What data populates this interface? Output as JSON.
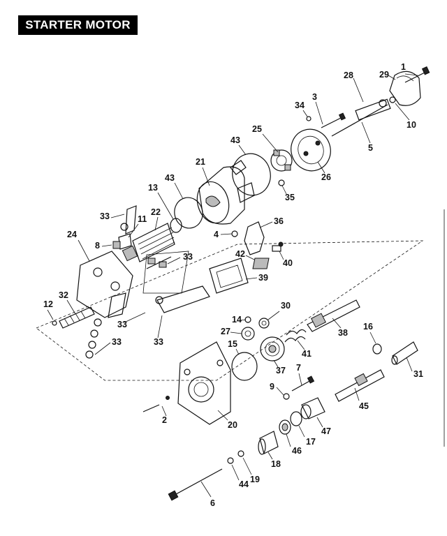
{
  "title": "STARTER MOTOR",
  "parts": [
    {
      "id": "p1",
      "label": "1"
    },
    {
      "id": "p29",
      "label": "29"
    },
    {
      "id": "p28",
      "label": "28"
    },
    {
      "id": "p3",
      "label": "3"
    },
    {
      "id": "p34",
      "label": "34"
    },
    {
      "id": "p10",
      "label": "10"
    },
    {
      "id": "p5",
      "label": "5"
    },
    {
      "id": "p25",
      "label": "25"
    },
    {
      "id": "p43a",
      "label": "43"
    },
    {
      "id": "p26",
      "label": "26"
    },
    {
      "id": "p21",
      "label": "21"
    },
    {
      "id": "p35",
      "label": "35"
    },
    {
      "id": "p43b",
      "label": "43"
    },
    {
      "id": "p13",
      "label": "13"
    },
    {
      "id": "p22",
      "label": "22"
    },
    {
      "id": "p33a",
      "label": "33"
    },
    {
      "id": "p11",
      "label": "11"
    },
    {
      "id": "p36",
      "label": "36"
    },
    {
      "id": "p4",
      "label": "4"
    },
    {
      "id": "p24",
      "label": "24"
    },
    {
      "id": "p8a",
      "label": "8"
    },
    {
      "id": "p33b",
      "label": "33"
    },
    {
      "id": "p42",
      "label": "42"
    },
    {
      "id": "p40",
      "label": "40"
    },
    {
      "id": "p39",
      "label": "39"
    },
    {
      "id": "p32",
      "label": "32"
    },
    {
      "id": "p12",
      "label": "12"
    },
    {
      "id": "p33c",
      "label": "33"
    },
    {
      "id": "p14",
      "label": "14"
    },
    {
      "id": "p30",
      "label": "30"
    },
    {
      "id": "p33d",
      "label": "33"
    },
    {
      "id": "p27",
      "label": "27"
    },
    {
      "id": "p33e",
      "label": "33"
    },
    {
      "id": "p38",
      "label": "38"
    },
    {
      "id": "p16",
      "label": "16"
    },
    {
      "id": "p15",
      "label": "15"
    },
    {
      "id": "p41",
      "label": "41"
    },
    {
      "id": "p37",
      "label": "37"
    },
    {
      "id": "p7",
      "label": "7"
    },
    {
      "id": "p31",
      "label": "31"
    },
    {
      "id": "p9",
      "label": "9"
    },
    {
      "id": "p2",
      "label": "2"
    },
    {
      "id": "p45",
      "label": "45"
    },
    {
      "id": "p20",
      "label": "20"
    },
    {
      "id": "p47",
      "label": "47"
    },
    {
      "id": "p17",
      "label": "17"
    },
    {
      "id": "p46",
      "label": "46"
    },
    {
      "id": "p18",
      "label": "18"
    },
    {
      "id": "p19",
      "label": "19"
    },
    {
      "id": "p44",
      "label": "44"
    },
    {
      "id": "p6",
      "label": "6"
    }
  ]
}
